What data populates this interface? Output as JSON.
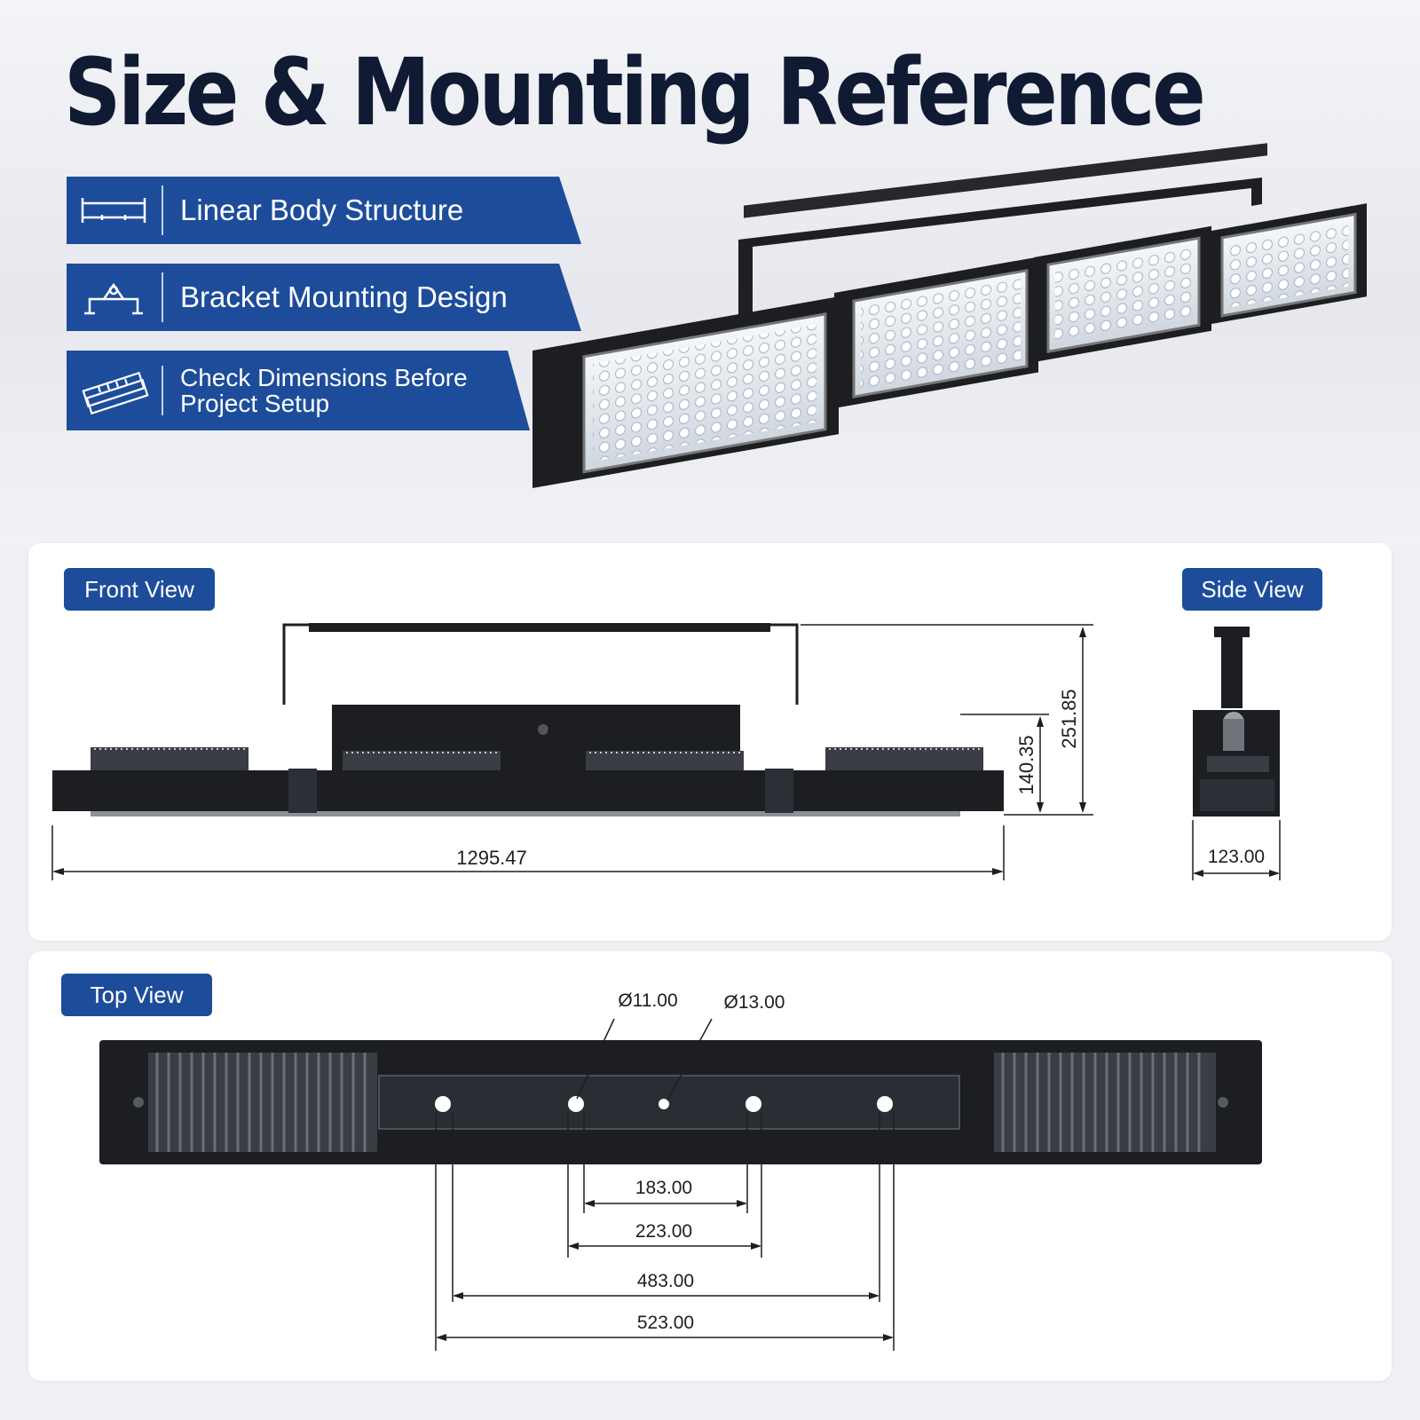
{
  "title": "Size & Mounting Reference",
  "features": [
    {
      "label": "Linear Body Structure",
      "icon": "linear-ruler-icon"
    },
    {
      "label": "Bracket Mounting Design",
      "icon": "bracket-mount-icon"
    },
    {
      "label_line1": "Check Dimensions Before",
      "label_line2": "Project Setup",
      "icon": "ruler-check-icon"
    }
  ],
  "front_view": {
    "label": "Front View",
    "dim_length": "1295.47",
    "dim_body_height": "140.35",
    "dim_total_height": "251.85"
  },
  "side_view": {
    "label": "Side View",
    "dim_width": "123.00"
  },
  "top_view": {
    "label": "Top View",
    "hole_small": "Ø11.00",
    "hole_large": "Ø13.00",
    "dims": [
      "183.00",
      "223.00",
      "483.00",
      "523.00"
    ]
  },
  "colors": {
    "accent": "#1d4d9a",
    "title": "#101a33",
    "panel": "#ffffff",
    "fixture": "#1c1e22"
  }
}
